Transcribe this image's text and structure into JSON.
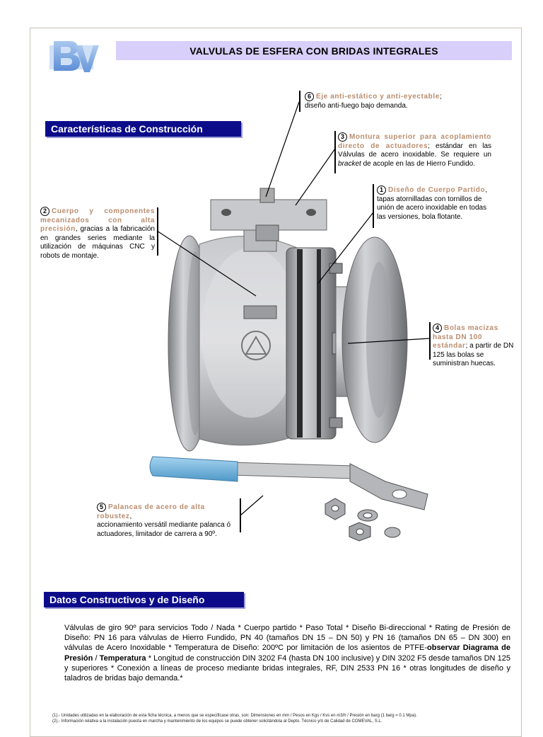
{
  "document": {
    "title": "VALVULAS DE ESFERA CON BRIDAS INTEGRALES",
    "logo_text": "BV"
  },
  "sections": {
    "construction": "Características de Construcción",
    "design": "Datos Constructivos y de Diseño"
  },
  "callouts": [
    {
      "number": "6",
      "highlight": "Eje anti-estático y anti-eyectable",
      "sep": ";",
      "text": "diseño anti-fuego bajo demanda."
    },
    {
      "number": "3",
      "highlight": "Montura superior para acoplamiento directo de actuadores",
      "sep": ";",
      "text_before": "estándar en las Válvulas de acero inoxidable. Se requiere un",
      "text_italic": "bracket",
      "text_after": "de acople en las de Hierro Fundido."
    },
    {
      "number": "1",
      "highlight": "Diseño de Cuerpo Partido",
      "sep": ",",
      "text": "tapas atornilladas con tornillos de unión de acero inoxidable en todas las versiones, bola flotante."
    },
    {
      "number": "2",
      "highlight": "Cuerpo y componentes mecanizados con alta precisión",
      "sep": ",",
      "text": "gracias a la fabricación en grandes series mediante la utilización de máquinas CNC y robots de montaje."
    },
    {
      "number": "4",
      "highlight": "Bolas macizas hasta DN 100 estándar",
      "sep": ";",
      "text": "a partir de DN 125 las bolas se suministran huecas."
    },
    {
      "number": "5",
      "highlight": "Palancas de acero de alta robustez",
      "sep": ",",
      "text": "accionamiento versátil mediante palanca ó actuadores, limitador de carrera a 90º."
    }
  ],
  "design_text": {
    "part1": "Válvulas de giro 90º para servicios Todo / Nada * Cuerpo partido * Paso Total * Diseño Bi-direccional * Rating de Presión de Diseño: PN 16 para válvulas de Hierro Fundido, PN 40 (tamaños DN 15 – DN 50) y PN 16 (tamaños DN 65 – DN 300) en válvulas de Acero Inoxidable * Temperatura de Diseño: 200ºC por limitación de los asientos de PTFE-",
    "bold1": "observar Diagrama de Presión",
    "slash": " / ",
    "bold2": "Temperatura",
    "part2": " * Longitud de construcción DIN 3202 F4 (hasta DN 100 inclusive) y DIN 3202 F5 desde tamaños DN 125 y superiores * Conexión a líneas de proceso mediante bridas integrales, RF, DIN 2533 PN 16 * otras longitudes de diseño y taladros de bridas bajo demanda.*"
  },
  "footnotes": {
    "line1": "(1).- Unidades utilizadas en la elaboración de esta ficha técnica, a menos que se especificase otras, son: Dimensiones en mm / Pesos en Kgs / Kvs en m3/h / Presión en barg (1 barg = 0.1 Mpa).",
    "line2": "(2).- Información relativa a la instalación puesta en marcha y mantenimiento de los equipos se puede obtener solicitándola al Depto. Técnico y/ó de Calidad de COMEVAL, S.L."
  },
  "colors": {
    "title_bg": "#d8d0fa",
    "section_bg": "#0c0c8a",
    "highlight": "#b98c6e",
    "lever_grip": "#6fb4dc"
  }
}
